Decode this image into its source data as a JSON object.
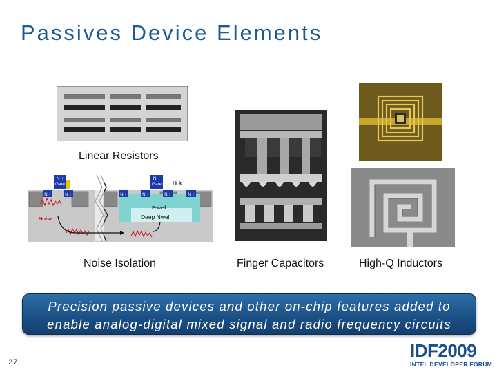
{
  "slide": {
    "title": "Passives Device Elements",
    "page_number": "27"
  },
  "figures": {
    "resistors_label": "Linear Resistors",
    "noise_label": "Noise Isolation",
    "capacitors_label": "Finger Capacitors",
    "inductors_label": "High-Q Inductors"
  },
  "diagram": {
    "gate_label_1": "N +",
    "gate_label_2": "Gate",
    "nplus": "N +",
    "hik": "Hi k",
    "pwell": "P-well",
    "deep_nwell": "Deep Nwell",
    "noise": "Noise"
  },
  "banner": {
    "line1": "Precision passive devices and other on-chip features added to",
    "line2": "enable analog-digital mixed signal and radio frequency circuits"
  },
  "logo": {
    "main": "IDF2009",
    "sub": "INTEL DEVELOPER FORUM"
  }
}
